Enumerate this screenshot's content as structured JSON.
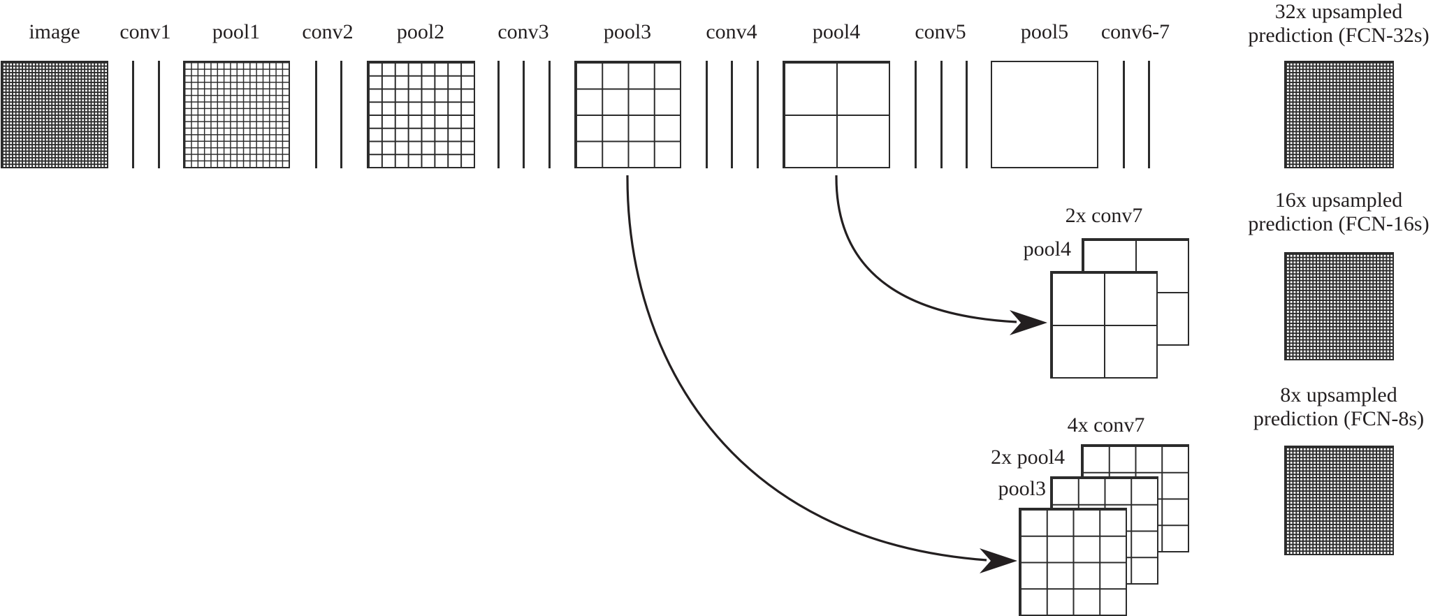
{
  "figure": {
    "colors": {
      "background": "#ffffff",
      "stroke": "#231f20",
      "grid_line": "#2b2b2b"
    },
    "backbone": [
      {
        "label": "image",
        "type": "grid",
        "cells": 32
      },
      {
        "label": "conv1",
        "type": "conv-lines",
        "count": 2
      },
      {
        "label": "pool1",
        "type": "grid",
        "cells": 16
      },
      {
        "label": "conv2",
        "type": "conv-lines",
        "count": 2
      },
      {
        "label": "pool2",
        "type": "grid",
        "cells": 8
      },
      {
        "label": "conv3",
        "type": "conv-lines",
        "count": 3
      },
      {
        "label": "pool3",
        "type": "grid",
        "cells": 4
      },
      {
        "label": "conv4",
        "type": "conv-lines",
        "count": 3
      },
      {
        "label": "pool4",
        "type": "grid",
        "cells": 2
      },
      {
        "label": "conv5",
        "type": "conv-lines",
        "count": 3
      },
      {
        "label": "pool5",
        "type": "grid",
        "cells": 1
      },
      {
        "label": "conv6-7",
        "type": "conv-lines",
        "count": 2
      }
    ],
    "predictions": [
      {
        "line1": "32x upsampled",
        "line2": "prediction (FCN-32s)",
        "cells": 32
      },
      {
        "line1": "16x upsampled",
        "line2": "prediction (FCN-16s)",
        "cells": 32
      },
      {
        "line1": "8x upsampled",
        "line2": "prediction (FCN-8s)",
        "cells": 32
      }
    ],
    "fusion16": {
      "top_label": "2x conv7",
      "side_label": "pool4",
      "grids": [
        {
          "name": "2x conv7",
          "cells": 2
        },
        {
          "name": "pool4",
          "cells": 2
        }
      ]
    },
    "fusion8": {
      "top_label": "4x conv7",
      "side_label_1": "2x pool4",
      "side_label_2": "pool3",
      "grids": [
        {
          "name": "4x conv7",
          "cells": 4
        },
        {
          "name": "2x pool4",
          "cells": 4
        },
        {
          "name": "pool3",
          "cells": 4
        }
      ]
    },
    "skip_arrows": [
      {
        "from": "pool4",
        "to": "FCN-16s fusion"
      },
      {
        "from": "pool3",
        "to": "FCN-8s fusion"
      }
    ]
  }
}
